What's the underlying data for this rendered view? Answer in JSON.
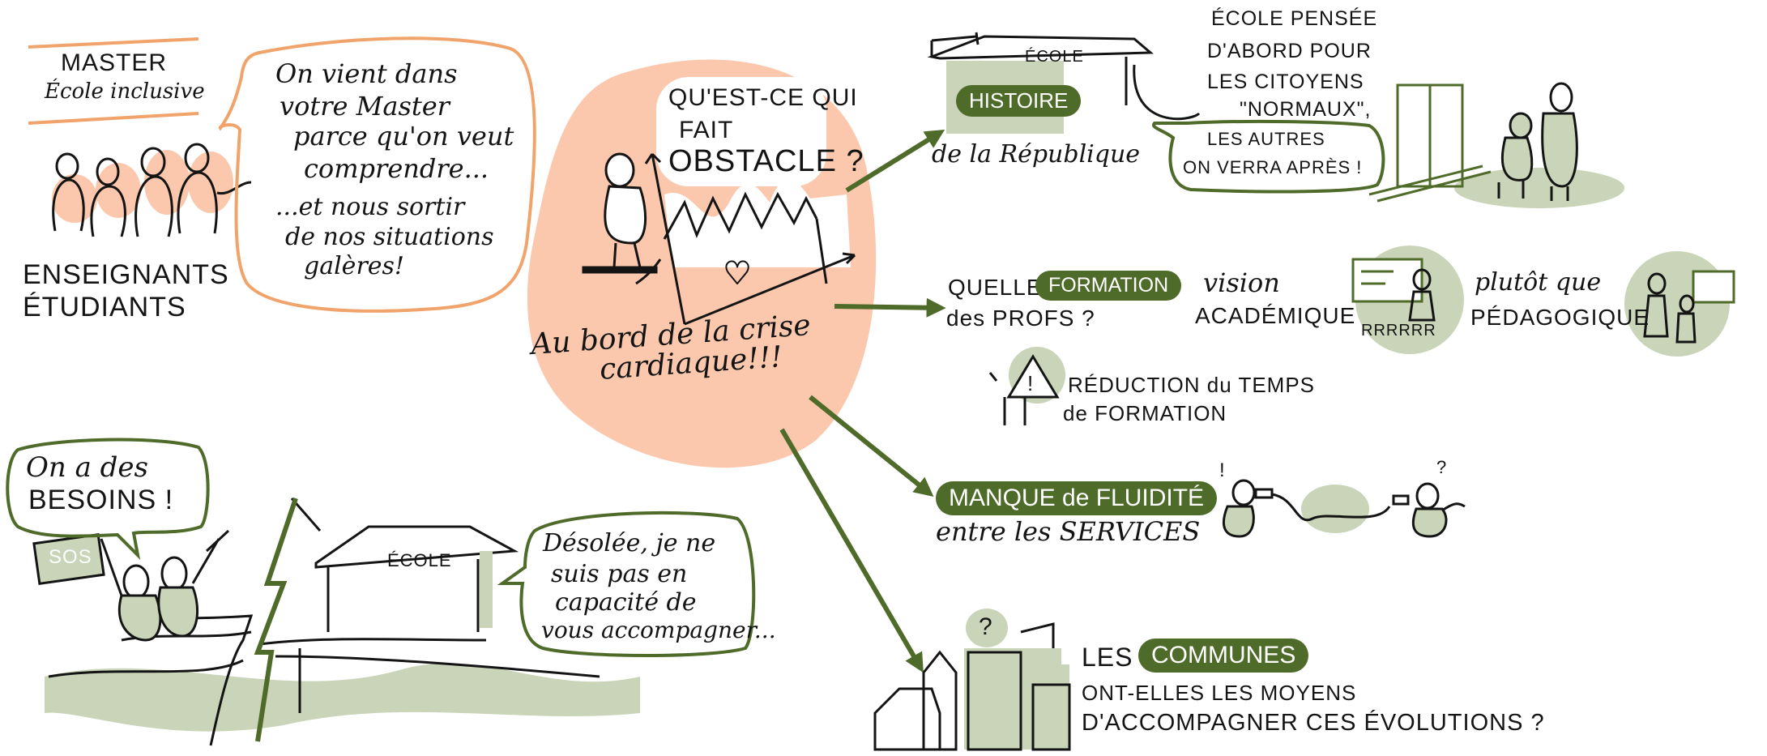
{
  "colors": {
    "orange": "#f0a36a",
    "peach": "#fbc8ad",
    "green": "#4f6b2a",
    "sage": "#c9d4b8",
    "ink": "#141414"
  },
  "master": {
    "line1": "MASTER",
    "line2": "École inclusive"
  },
  "teachers_label": {
    "line1": "ENSEIGNANTS",
    "line2": "ÉTUDIANTS"
  },
  "bubble_master": {
    "l1": "On vient dans",
    "l2": "votre Master",
    "l3": "parce qu'on veut",
    "l4": "comprendre...",
    "l5": "...et nous sortir",
    "l6": "de nos situations",
    "l7": "galères!"
  },
  "center": {
    "q1": "QU'EST-CE QUI",
    "q2": "FAIT",
    "q3": "OBSTACLE ?",
    "c1": "Au bord de la crise",
    "c2": "cardiaque!!!"
  },
  "histoire": {
    "sign": "ÉCOLE",
    "tag": "HISTOIRE",
    "sub": "de la République"
  },
  "ecole_pensee": {
    "l1": "ÉCOLE PENSÉE",
    "l2": "D'ABORD POUR",
    "l3": "LES CITOYENS",
    "l4": "\"NORMAUX\","
  },
  "bubble_autres": {
    "l1": "LES AUTRES",
    "l2": "ON VERRA APRÈS !"
  },
  "formation": {
    "pre": "QUELLE",
    "tag": "FORMATION",
    "post": "des PROFS ?"
  },
  "vision": {
    "l1": "vision",
    "l2": "ACADÉMIQUE",
    "board": "RRRRRR"
  },
  "plutot": {
    "l1": "plutôt que",
    "l2": "PÉDAGOGIQUE"
  },
  "reduction": {
    "l1": "RÉDUCTION du TEMPS",
    "l2": "de FORMATION"
  },
  "manque": {
    "tag": "MANQUE de FLUIDITÉ",
    "sub": "entre les SERVICES"
  },
  "communes": {
    "pre": "LES",
    "tag": "COMMUNES",
    "l2": "ONT-ELLES LES MOYENS",
    "l3": "D'ACCOMPAGNER CES ÉVOLUTIONS ?"
  },
  "sos": {
    "bubble1": "On a des",
    "bubble2": "BESOINS !",
    "sign": "SOS"
  },
  "ecole_bottom": {
    "sign": "ÉCOLE"
  },
  "bubble_desolee": {
    "l1": "Désolée, je ne",
    "l2": "suis pas en",
    "l3": "capacité de",
    "l4": "vous accompagner..."
  },
  "marks": {
    "question": "?",
    "exclaim": "!",
    "heart": "♥"
  }
}
